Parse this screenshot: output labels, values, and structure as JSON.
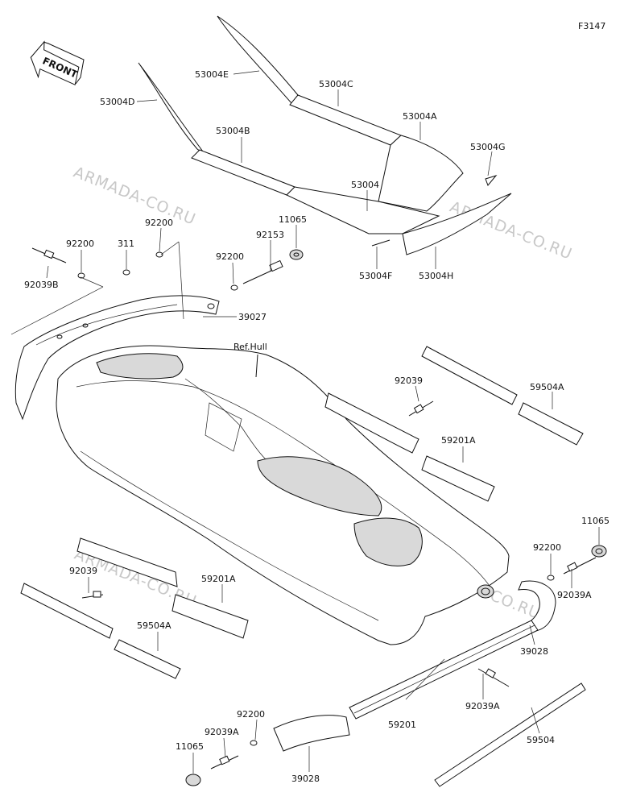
{
  "figure_code": "F3147",
  "front_label": "FRONT",
  "watermark": "ARMADA-CO.RU",
  "ref_label": "Ref.Hull",
  "callouts": {
    "c53004E": "53004E",
    "c53004C": "53004C",
    "c53004D": "53004D",
    "c53004A": "53004A",
    "c53004B": "53004B",
    "c53004G": "53004G",
    "c53004": "53004",
    "c53004F": "53004F",
    "c53004H": "53004H",
    "c11065_top": "11065",
    "c92153": "92153",
    "c92200_a": "92200",
    "c92200_b": "92200",
    "c92200_c": "92200",
    "c311": "311",
    "c92039B": "92039B",
    "c39027": "39027",
    "c92039_r": "92039",
    "c59504A_r": "59504A",
    "c59201A_r": "59201A",
    "c11065_r": "11065",
    "c92200_r": "92200",
    "c92039A_r": "92039A",
    "c39028_r": "39028",
    "c92039_l": "92039",
    "c59201A_l": "59201A",
    "c59504A_l": "59504A",
    "c92039A_m": "92039A",
    "c59201": "59201",
    "c59504": "59504",
    "c92200_bl": "92200",
    "c92039A_bl": "92039A",
    "c11065_bl": "11065",
    "c39028_bl": "39028"
  }
}
